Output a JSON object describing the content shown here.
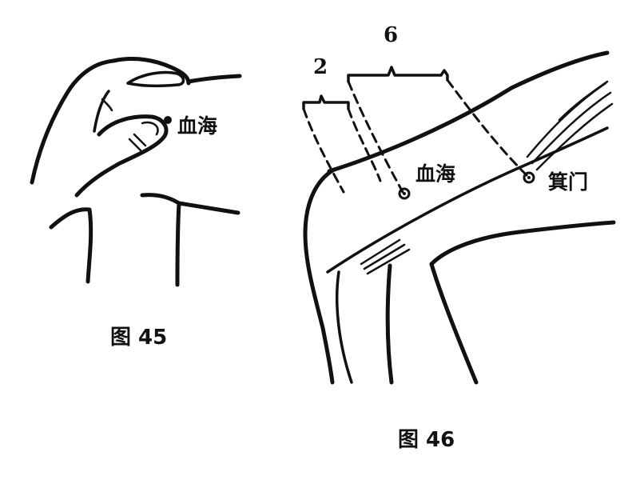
{
  "figure45": {
    "caption": "图 45",
    "point_label": "血海"
  },
  "figure46": {
    "caption": "图 46",
    "measure_2": "2",
    "measure_6": "6",
    "point_xuehai": "血海",
    "point_jimen": "箕门"
  },
  "colors": {
    "ink": "#111111",
    "background": "#ffffff"
  }
}
